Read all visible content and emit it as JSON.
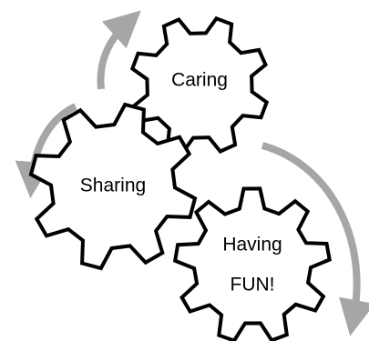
{
  "gears": [
    {
      "id": "caring",
      "lines": [
        "Caring"
      ]
    },
    {
      "id": "sharing",
      "lines": [
        "Sharing"
      ]
    },
    {
      "id": "having-fun",
      "lines": [
        "Having",
        "FUN!"
      ]
    }
  ],
  "colors": {
    "gear_fill": "#ffffff",
    "gear_stroke": "#000000",
    "arrow": "#a6a6a6",
    "background": "#ffffff"
  },
  "icons": [
    "gear-icon",
    "curved-arrow-icon"
  ]
}
